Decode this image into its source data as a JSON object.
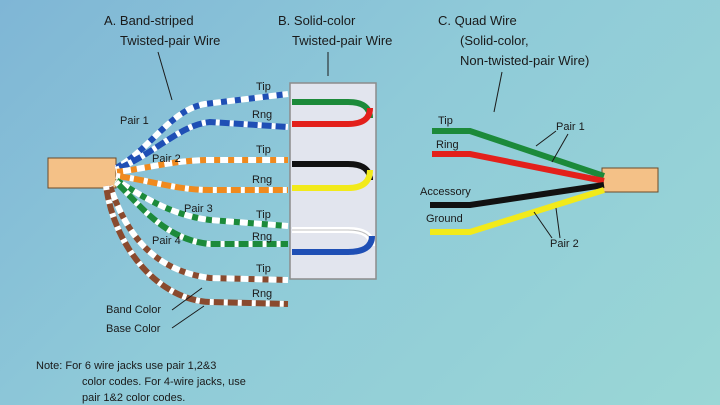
{
  "headings": {
    "a": [
      "A. Band-striped",
      "Twisted-pair Wire"
    ],
    "b": [
      "B. Solid-color",
      "Twisted-pair Wire"
    ],
    "c": [
      "C. Quad Wire",
      "(Solid-color,",
      "Non-twisted-pair Wire)"
    ]
  },
  "wire_labels": {
    "tip": "Tip",
    "ring_a": "Rng",
    "ring_c": "Ring",
    "accessory": "Accessory",
    "ground": "Ground"
  },
  "pairs": {
    "p1": "Pair 1",
    "p2": "Pair 2",
    "p3": "Pair 3",
    "p4": "Pair 4",
    "quad_pair1": "Pair 1",
    "quad_pair2": "Pair 2"
  },
  "color_labels": {
    "band": "Band Color",
    "base": "Base Color"
  },
  "note": [
    "Note: For 6 wire jacks use pair 1,2&3",
    "color codes. For 4-wire jacks, use",
    "pair 1&2 color codes."
  ],
  "colors": {
    "background": "#8fcad8",
    "jacket": "#f4c187",
    "panel": "#e2e5ee",
    "blue": "#1f4fb5",
    "orange": "#f08a1e",
    "green": "#1c8a3a",
    "brown": "#8a4a2e",
    "slate": "#8c8c8c",
    "red": "#e3201b",
    "black": "#111111",
    "yellow": "#f2ea1a",
    "white": "#ffffff"
  }
}
